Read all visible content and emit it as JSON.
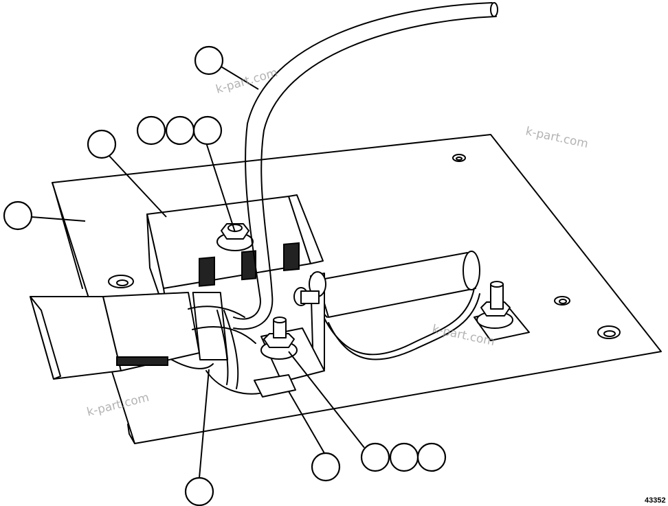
{
  "drawing_number": "43352",
  "watermarks": [
    "k-part.com",
    "k-part.com",
    "k-part.com",
    "k-part.com"
  ]
}
